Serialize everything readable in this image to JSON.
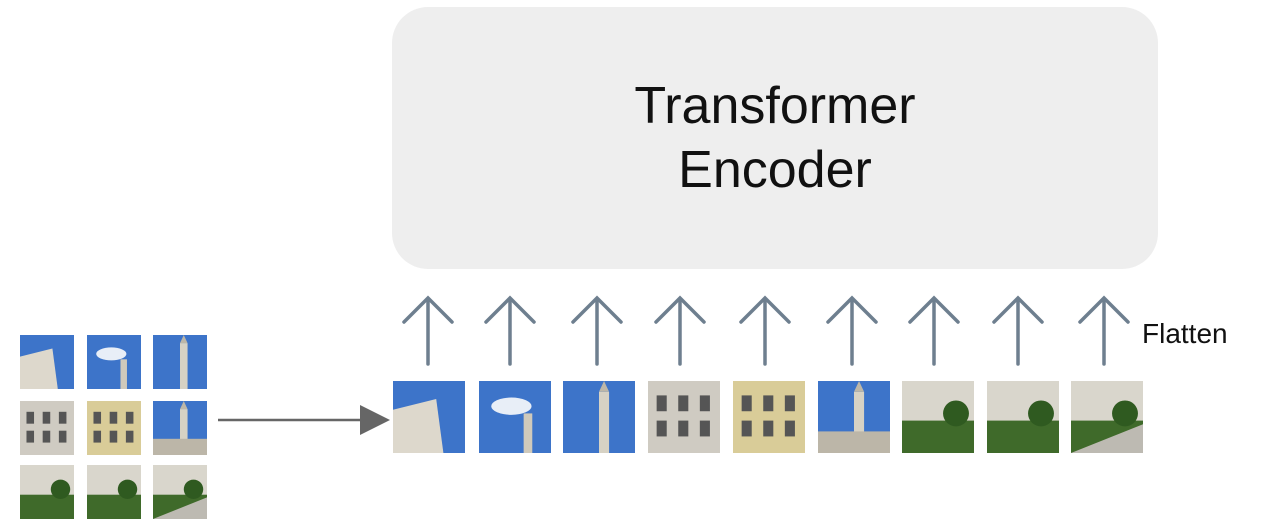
{
  "encoder": {
    "line1": "Transformer",
    "line2": "Encoder"
  },
  "flatten_label": "Flatten",
  "colors": {
    "encoder_fill": "#eeeeee",
    "arrow": "#6e7f8f",
    "connector": "#666666",
    "sky": "#3d74c9",
    "building": "#c8c2b0",
    "grass": "#3f6a2a"
  },
  "patches": [
    {
      "kind": "building-sky",
      "row": 1,
      "col": 1
    },
    {
      "kind": "sky-cloud",
      "row": 1,
      "col": 2
    },
    {
      "kind": "sky-tower",
      "row": 1,
      "col": 3
    },
    {
      "kind": "facade",
      "row": 2,
      "col": 1
    },
    {
      "kind": "facade-yellow",
      "row": 2,
      "col": 2
    },
    {
      "kind": "tower",
      "row": 2,
      "col": 3
    },
    {
      "kind": "garden",
      "row": 3,
      "col": 1
    },
    {
      "kind": "garden",
      "row": 3,
      "col": 2
    },
    {
      "kind": "garden-path",
      "row": 3,
      "col": 3
    }
  ]
}
